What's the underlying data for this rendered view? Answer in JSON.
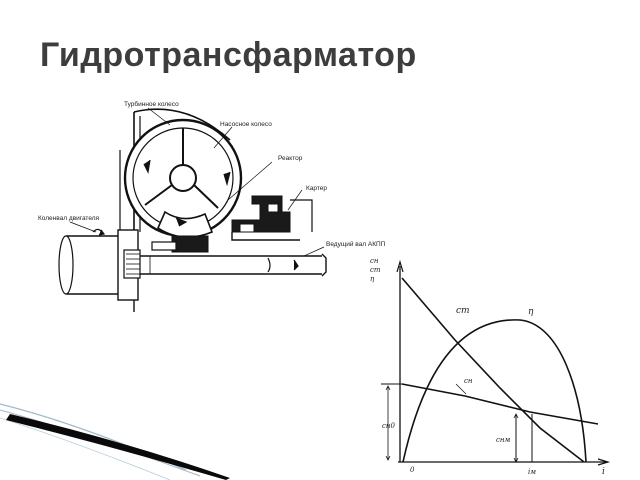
{
  "slide": {
    "title": "Гидротрансфарматор"
  },
  "diagram": {
    "labels": {
      "turbine_wheel": "Турбинное колесо",
      "pump_wheel": "Насосное колесо",
      "reactor": "Реактор",
      "housing": "Картер",
      "crankshaft": "Коленвал двигателя",
      "transmission_shaft": "Ведущий вал АКПП"
    }
  },
  "graph": {
    "y_axis_labels": [
      "cн",
      "cт",
      "η"
    ],
    "x_axis_label": "i",
    "origin_label": "0",
    "curve_labels": {
      "turbine": "cт",
      "efficiency": "η",
      "pump": "cн"
    },
    "markers": {
      "cn0": "cн0",
      "cnm": "cнм",
      "im": "iм"
    }
  },
  "colors": {
    "title": "#3d3d3d",
    "line": "#111111",
    "fill_dark": "#1a1a1a",
    "decor_dark": "#0a0a0a",
    "decor_light": "#9fb8c8"
  }
}
